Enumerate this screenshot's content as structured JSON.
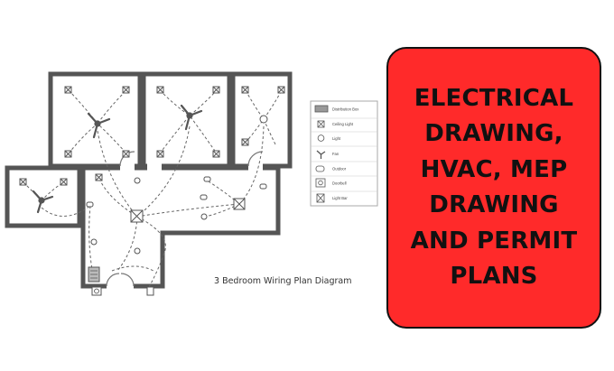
{
  "diagram": {
    "caption": "3 Bedroom Wiring Plan Diagram",
    "legend": [
      {
        "symbol": "distribution-box",
        "label": "Distribution Box"
      },
      {
        "symbol": "ceiling-light",
        "label": "Ceiling Light"
      },
      {
        "symbol": "light",
        "label": "Light"
      },
      {
        "symbol": "fan",
        "label": "Fan"
      },
      {
        "symbol": "outlet",
        "label": "Outdoor"
      },
      {
        "symbol": "doorbell",
        "label": "Doorbell"
      },
      {
        "symbol": "light-bar",
        "label": "Light Bar"
      }
    ]
  },
  "banner": {
    "lines": [
      "ELECTRICAL",
      "DRAWING,",
      "HVAC, MEP",
      "DRAWING",
      "AND PERMIT",
      "PLANS"
    ],
    "background": "#ff2a2a",
    "text_color": "#111111"
  }
}
